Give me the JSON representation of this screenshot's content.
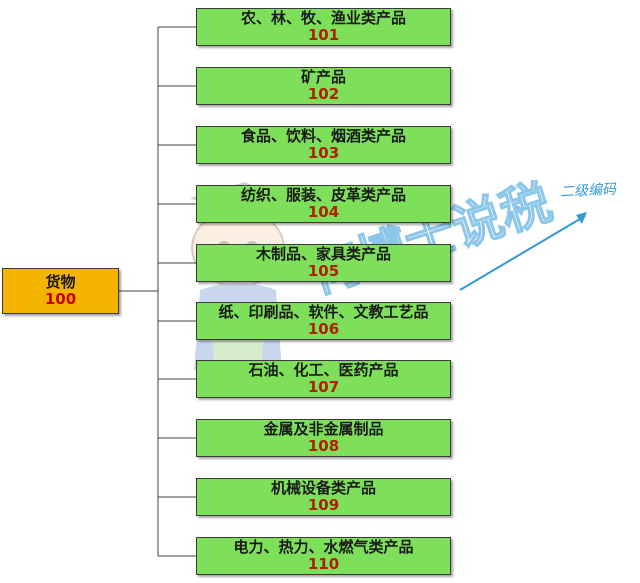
{
  "colors": {
    "root_fill": "#f5b400",
    "child_fill": "#7ee05a",
    "code_root": "#cc0000",
    "code_child": "#b02000",
    "line": "#444444",
    "arrow": "#2f9ad8"
  },
  "root": {
    "name": "货物",
    "code": "100"
  },
  "children": [
    {
      "name": "农、林、牧、渔业类产品",
      "code": "101"
    },
    {
      "name": "矿产品",
      "code": "102"
    },
    {
      "name": "食品、饮料、烟酒类产品",
      "code": "103"
    },
    {
      "name": "纺织、服装、皮革类产品",
      "code": "104"
    },
    {
      "name": "木制品、家具类产品",
      "code": "105"
    },
    {
      "name": "纸、印刷品、软件、文教工艺品",
      "code": "106"
    },
    {
      "name": "石油、化工、医药产品",
      "code": "107"
    },
    {
      "name": "金属及非金属制品",
      "code": "108"
    },
    {
      "name": "机械设备类产品",
      "code": "109"
    },
    {
      "name": "电力、热力、水燃气类产品",
      "code": "110"
    }
  ],
  "annotation": {
    "label": "二级编码"
  },
  "watermark": {
    "text": "何博士说税"
  }
}
